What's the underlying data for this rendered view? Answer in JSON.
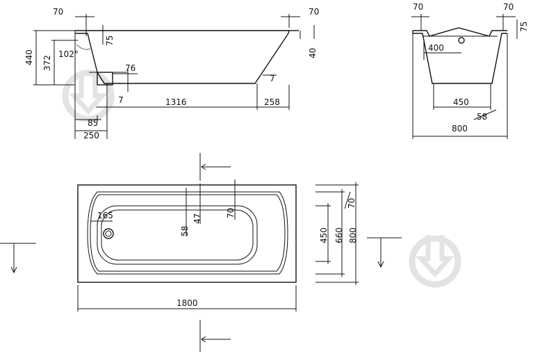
{
  "colors": {
    "line": "#111111",
    "watermark": "#e3e3e3",
    "background": "#ffffff"
  },
  "watermark_icon": "download-arrow-circle-icon",
  "side_view": {
    "rim_left": "70",
    "rim_right": "70",
    "rim_height": "75",
    "depth_total": "440",
    "depth_inner": "372",
    "angle": "102°",
    "drain_offset": "76",
    "bottom_length": "1316",
    "right_slope": "258",
    "right_rim": "40",
    "bottom_thickness_left": "7",
    "bottom_thickness_right": "7",
    "drain_width": "85",
    "left_span": "250"
  },
  "end_view": {
    "rim_left": "70",
    "rim_right": "70",
    "rim_height": "75",
    "inner_width": "400",
    "bottom_width": "450",
    "slope": "58",
    "outer_width": "800"
  },
  "top_view": {
    "length": "1800",
    "width": "800",
    "inner_width": "660",
    "bottom_width": "450",
    "rim": "70",
    "drain_offset": "165",
    "dim_58": "58",
    "dim_47": "47",
    "dim_70": "70"
  }
}
